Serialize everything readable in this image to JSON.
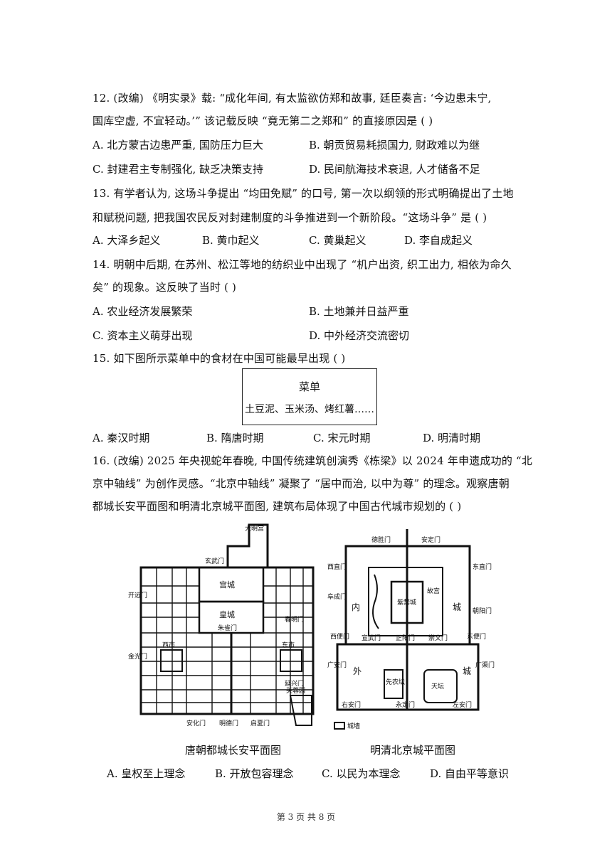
{
  "questions": {
    "q12": {
      "line1": "12. (改编) 《明实录》载: “成化年间, 有太监欲仿郑和故事, 廷臣奏言: ‘今边患未宁,",
      "line2": "国库空虚, 不宜轻动。’” 该记载反映 “竟无第二之郑和” 的直接原因是 (    )",
      "options": {
        "a": "A. 北方蒙古边患严重, 国防压力巨大",
        "b": "B. 朝贡贸易耗损国力, 财政难以为继",
        "c": "C. 封建君主专制强化, 缺乏决策支持",
        "d": "D. 民间航海技术衰退, 人才储备不足"
      }
    },
    "q13": {
      "line1": "13. 有学者认为, 这场斗争提出 “均田免赋” 的口号, 第一次以纲领的形式明确提出了土地",
      "line2": "和赋税问题, 把我国农民反对封建制度的斗争推进到一个新阶段。“这场斗争” 是 (    )",
      "options": {
        "a": "A. 大泽乡起义",
        "b": "B. 黄巾起义",
        "c": "C. 黄巢起义",
        "d": "D. 李自成起义"
      }
    },
    "q14": {
      "line1": "14. 明朝中后期, 在苏州、松江等地的纺织业中出现了 “机户出资, 织工出力, 相依为命久",
      "line2": "矣” 的现象。这反映了当时 (    )",
      "options": {
        "a": "A. 农业经济发展繁荣",
        "b": "B. 土地兼并日益严重",
        "c": "C. 资本主义萌芽出现",
        "d": "D. 中外经济交流密切"
      }
    },
    "q15": {
      "line1": "15. 如下图所示菜单中的食材在中国可能最早出现 (    )",
      "menu_title": "菜单",
      "menu_items": "土豆泥、玉米汤、烤红薯……",
      "options": {
        "a": "A. 秦汉时期",
        "b": "B. 隋唐时期",
        "c": "C. 宋元时期",
        "d": "D. 明清时期"
      }
    },
    "q16": {
      "line1": "16. (改编) 2025 年央视蛇年春晚, 中国传统建筑创演秀《栋梁》以 2024 年申遗成功的 “北",
      "line2": "京中轴线” 为创作灵感。“北京中轴线” 凝聚了 “居中而治, 以中为尊” 的理念。观察唐朝",
      "line3": "都城长安平面图和明清北京城平面图, 建筑布局体现了中国古代城市规划的 (    )",
      "options": {
        "a": "A. 皇权至上理念",
        "b": "B. 开放包容理念",
        "c": "C. 以民为本理念",
        "d": "D. 自由平等意识"
      }
    }
  },
  "maps": {
    "changan": {
      "caption": "唐朝都城长安平面图",
      "labels": {
        "xuanwu": "玄武门",
        "gongcheng": "宫城",
        "huangcheng": "皇城",
        "zhuque": "朱雀门",
        "chunming": "春明门",
        "mingde": "明德门",
        "anhua": "安化门",
        "qixia": "启夏门",
        "jinguang": "金光门",
        "kaiyuan": "开远门",
        "yanxing": "延兴门",
        "fuyuan": "芙蓉园",
        "daming": "大明宫",
        "dongshi": "东市",
        "xishi": "西市"
      }
    },
    "beijing": {
      "caption": "明清北京城平面图",
      "labels": {
        "desheng": "德胜门",
        "andingmen": "安定门",
        "xizhi": "西直门",
        "fucheng": "阜成门",
        "dongzhi": "东直门",
        "chaoyang": "朝阳门",
        "zhengyang": "正阳门",
        "xuanwu": "宣武门",
        "chongwen": "崇文门",
        "neicheng": "内",
        "cheng": "城",
        "waicheng": "外",
        "waicheng2": "城",
        "yongding": "永定门",
        "guangqu": "广渠门",
        "guanganmen": "广安门",
        "xianshan": "先农坛",
        "tiantan": "天坛",
        "zijin": "紫禁城",
        "xibian": "西便门",
        "dongbian": "东便门",
        "youanmen": "右安门",
        "zuoanmen": "左安门",
        "gucheng": "故宫",
        "legend": "城墙"
      }
    }
  },
  "footer": "第 3 页 共 8 页"
}
